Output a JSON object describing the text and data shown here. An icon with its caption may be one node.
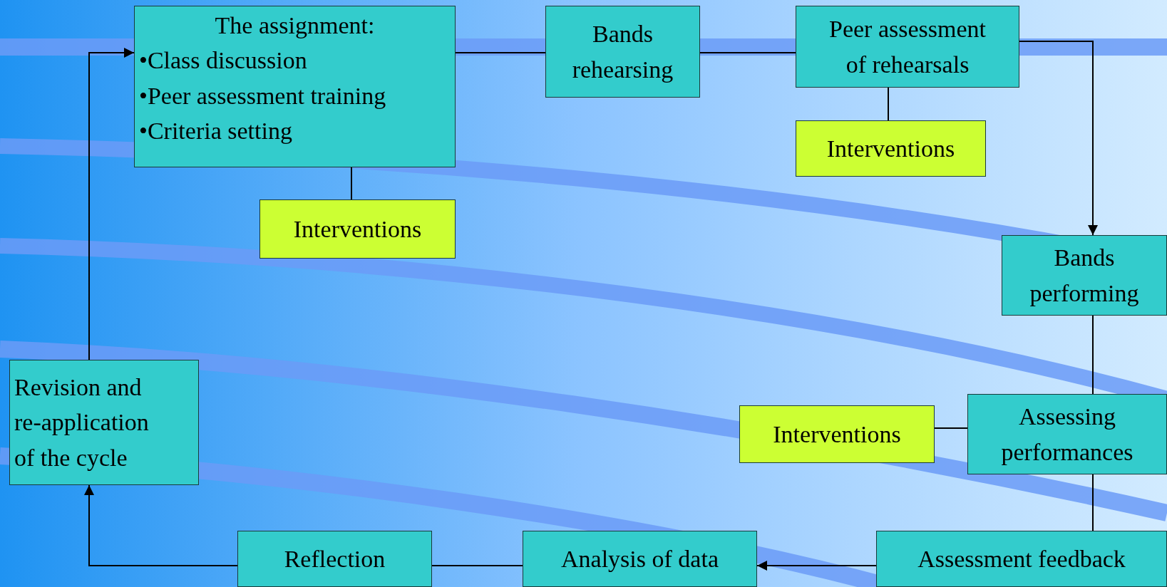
{
  "diagram": {
    "nodes": [
      {
        "text": [
          "The assignment:",
          "•Class discussion",
          "•Peer assessment training",
          "•Criteria setting"
        ]
      },
      {
        "text": [
          "Interventions"
        ]
      },
      {
        "text": [
          "Bands rehearsing"
        ]
      },
      {
        "text": [
          "Peer assessment of rehearsals"
        ]
      },
      {
        "text": [
          "Interventions"
        ]
      },
      {
        "text": [
          "Bands performing"
        ]
      },
      {
        "text": [
          "Interventions"
        ]
      },
      {
        "text": [
          "Assessing performances"
        ]
      },
      {
        "text": [
          "Assessment feedback"
        ]
      },
      {
        "text": [
          "Analysis of data"
        ]
      },
      {
        "text": [
          "Reflection"
        ]
      },
      {
        "text": [
          "Revision and re-application of the cycle"
        ]
      }
    ],
    "edges": [
      {
        "from": 0,
        "to": 2,
        "arrow": "none"
      },
      {
        "from": 2,
        "to": 3,
        "arrow": "none"
      },
      {
        "from": 3,
        "to": 5,
        "arrow": "to"
      },
      {
        "from": 0,
        "to": 1,
        "arrow": "none"
      },
      {
        "from": 3,
        "to": 4,
        "arrow": "none"
      },
      {
        "from": 5,
        "to": 7,
        "arrow": "none"
      },
      {
        "from": 7,
        "to": 6,
        "arrow": "none"
      },
      {
        "from": 7,
        "to": 8,
        "arrow": "none"
      },
      {
        "from": 8,
        "to": 9,
        "arrow": "to"
      },
      {
        "from": 9,
        "to": 10,
        "arrow": "none"
      },
      {
        "from": 10,
        "to": 11,
        "arrow": "to"
      },
      {
        "from": 11,
        "to": 0,
        "arrow": "to"
      }
    ]
  }
}
